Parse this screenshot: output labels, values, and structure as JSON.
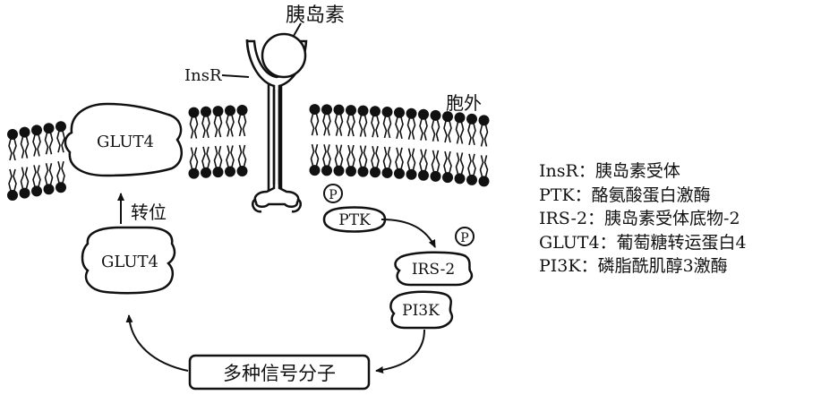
{
  "labels": {
    "insulin": "胰岛素",
    "insr": "InsR",
    "extracellular": "胞外",
    "glut4_membrane": "GLUT4",
    "glut4_vesicle": "GLUT4",
    "translocation": "转位",
    "ptk": "PTK",
    "irs2": "IRS-2",
    "pi3k": "PI3K",
    "phosphate": "P",
    "signals": "多种信号分子"
  },
  "legend": [
    {
      "abbr": "InsR",
      "sep": "：",
      "desc": "胰岛素受体"
    },
    {
      "abbr": "PTK",
      "sep": "：",
      "desc": "酪氨酸蛋白激酶"
    },
    {
      "abbr": "IRS-2",
      "sep": "：",
      "desc": "胰岛素受体底物-2"
    },
    {
      "abbr": "GLUT4",
      "sep": "：",
      "desc": "葡萄糖转运蛋白4"
    },
    {
      "abbr": "PI3K",
      "sep": "：",
      "desc": "磷脂酰肌醇3激酶"
    }
  ]
}
